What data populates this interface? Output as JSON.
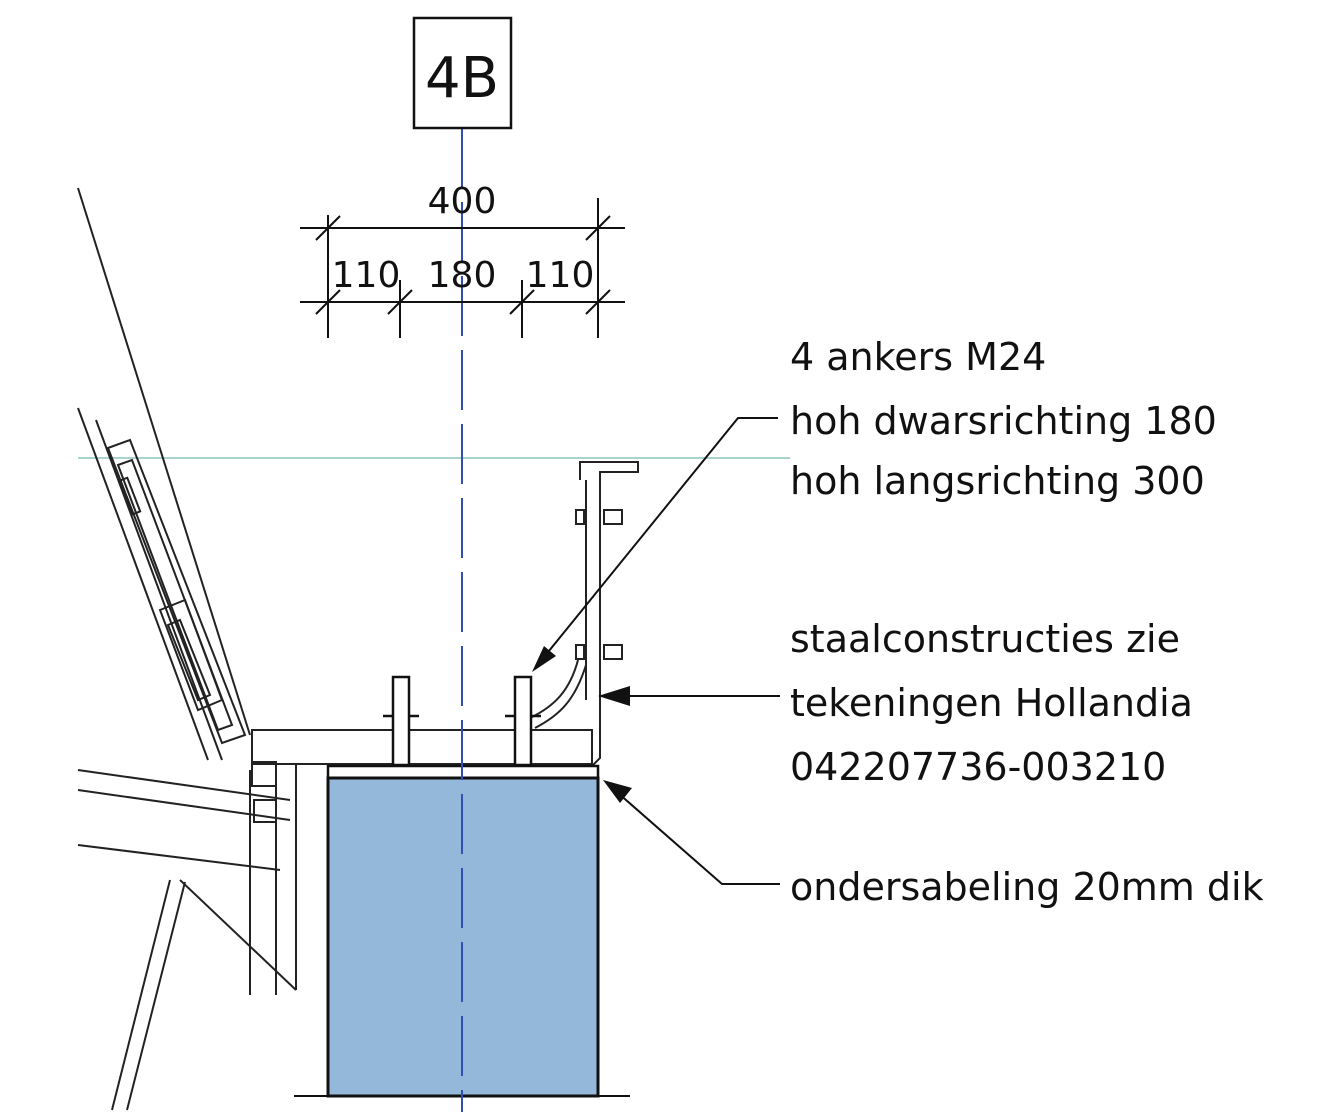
{
  "grid_label": "4B",
  "dimensions": {
    "overall": "400",
    "left": "110",
    "middle": "180",
    "right": "110"
  },
  "notes": {
    "anchors": [
      "4 ankers M24",
      "hoh dwarsrichting 180",
      "hoh langsrichting 300"
    ],
    "steel": [
      "staalconstructies zie",
      "tekeningen Hollandia",
      "042207736-003210"
    ],
    "grout": "ondersabeling 20mm dik"
  },
  "colors": {
    "concrete_fill": "#93b8da",
    "axis_line": "#2f4fb3",
    "level_line": "#a9d4cc",
    "ink": "#111111"
  }
}
